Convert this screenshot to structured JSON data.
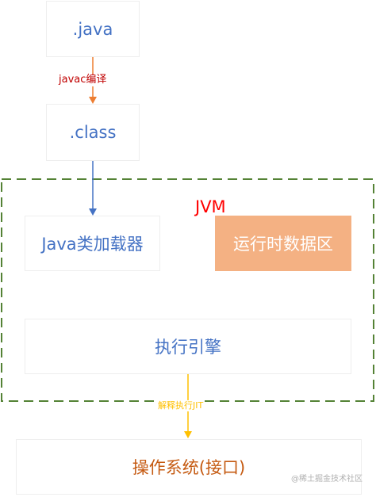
{
  "nodes": {
    "java": ".java",
    "class": ".class",
    "classloader": "Java类加载器",
    "runtime_data_area": "运行时数据区",
    "execution_engine": "执行引擎",
    "os": "操作系统(接口)"
  },
  "edges": {
    "javac": "javac编译",
    "interpret_jit": "解释执行JIT"
  },
  "groups": {
    "jvm": "JVM"
  },
  "watermark": "@稀土掘金技术社区",
  "colors": {
    "node_text": "#4472c4",
    "arrow_javac": "#ed7d31",
    "arrow_class": "#4472c4",
    "arrow_jit": "#ffc000",
    "jvm_border": "#548235",
    "jvm_label": "#ff0000",
    "runtime_fill": "#f4b183",
    "os_text": "#c55a11"
  }
}
